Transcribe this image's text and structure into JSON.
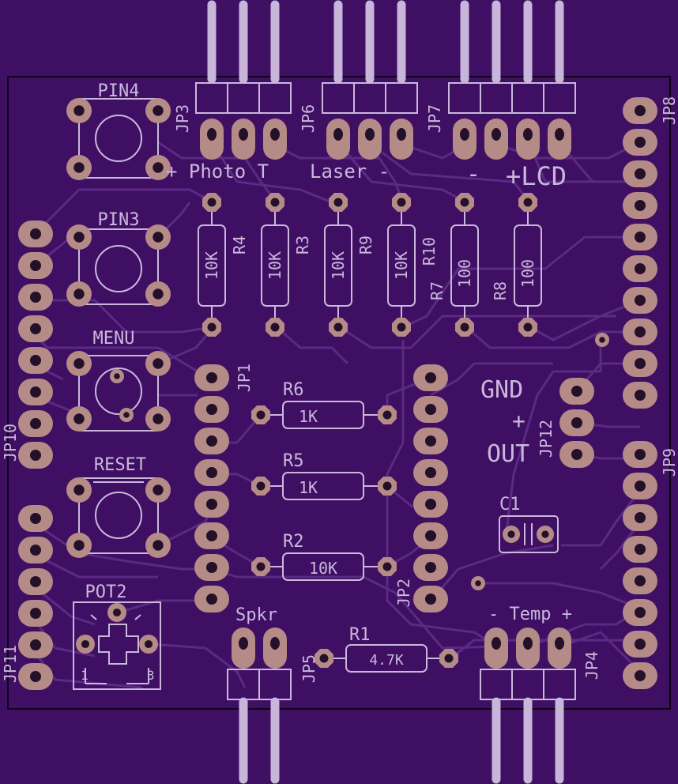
{
  "colors": {
    "background": "#3f0f63",
    "trace": "#5a2a85",
    "silk": "#c9b8dc",
    "pad": "#b48b86",
    "drill": "#241028",
    "pin": "#c7b6d9"
  },
  "labels": {
    "pin4": "PIN4",
    "pin3": "PIN3",
    "menu": "MENU",
    "reset": "RESET",
    "pot2": "POT2",
    "pot_pin1": "1",
    "pot_pin3": "3",
    "jp1": "JP1",
    "jp2": "JP2",
    "jp3": "JP3",
    "jp4": "JP4",
    "jp5": "JP5",
    "jp6": "JP6",
    "jp7": "JP7",
    "jp8": "JP8",
    "jp9": "JP9",
    "jp10": "JP10",
    "jp11": "JP11",
    "jp12": "JP12",
    "r1": "R1",
    "r2": "R2",
    "r3": "R3",
    "r4": "R4",
    "r5": "R5",
    "r6": "R6",
    "r7": "R7",
    "r8": "R8",
    "r9": "R9",
    "r10": "R10",
    "c1": "C1",
    "photo_header": "+ Photo T",
    "laser_header": "Laser -",
    "lcd_minus": "-",
    "lcd_plus": "+LCD",
    "gnd": "GND",
    "plus": "+",
    "out": "OUT",
    "spkr": "Spkr",
    "temp": "- Temp +",
    "r1_value": "4.7K",
    "r2_value": "10K",
    "r3_value": "10K",
    "r4_value": "10K",
    "r5_value": "1K",
    "r6_value": "1K",
    "r7_value": "100",
    "r8_value": "100",
    "r9_value": "10K",
    "r10_value": "10K"
  }
}
